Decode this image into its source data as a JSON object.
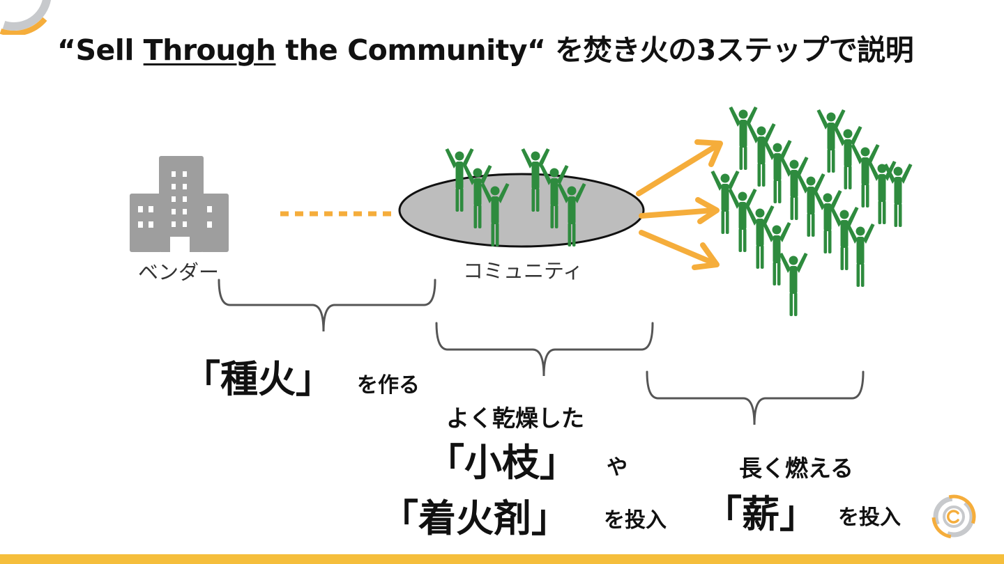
{
  "header": {
    "quote_open": "“Sell ",
    "underlined": "Through",
    "quote_rest": " the Community“ ",
    "jp_title": "を焚き火の3ステップで説明"
  },
  "nodes": {
    "vendor_label": "ベンダー",
    "community_label": "コミュニティ"
  },
  "steps": [
    {
      "main": "「種火」",
      "suffix": "を作る"
    },
    {
      "pre": "よく乾燥した",
      "main1": "「小枝」",
      "mid": "や",
      "main2": "「着火剤」",
      "suffix": "を投入"
    },
    {
      "pre": "長く燃える",
      "main": "「薪」",
      "suffix": "を投入"
    }
  ],
  "colors": {
    "accent": "#F5AD3B",
    "people": "#2E8B3E",
    "building": "#9E9E9E",
    "disc": "#BDBDBD",
    "bracket": "#555555",
    "logo_gray": "#C7C9CC"
  },
  "icons": [
    "building-icon",
    "person-icon",
    "arrow-icon",
    "logo-icon"
  ]
}
